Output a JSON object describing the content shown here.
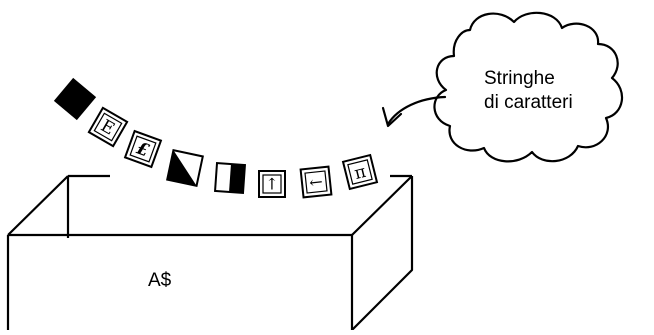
{
  "box": {
    "label": "A$"
  },
  "cloud": {
    "line1": "Stringhe",
    "line2": "di caratteri"
  },
  "tiles": [
    {
      "kind": "solid-black"
    },
    {
      "kind": "glyph",
      "glyph": "E",
      "style": "serif"
    },
    {
      "kind": "glyph",
      "glyph": "£",
      "style": "script"
    },
    {
      "kind": "diagonal-half"
    },
    {
      "kind": "half-black"
    },
    {
      "kind": "glyph",
      "glyph": "↑",
      "style": "arrow"
    },
    {
      "kind": "glyph",
      "glyph": "←",
      "style": "arrow"
    },
    {
      "kind": "glyph",
      "glyph": "π",
      "style": "serif"
    }
  ]
}
